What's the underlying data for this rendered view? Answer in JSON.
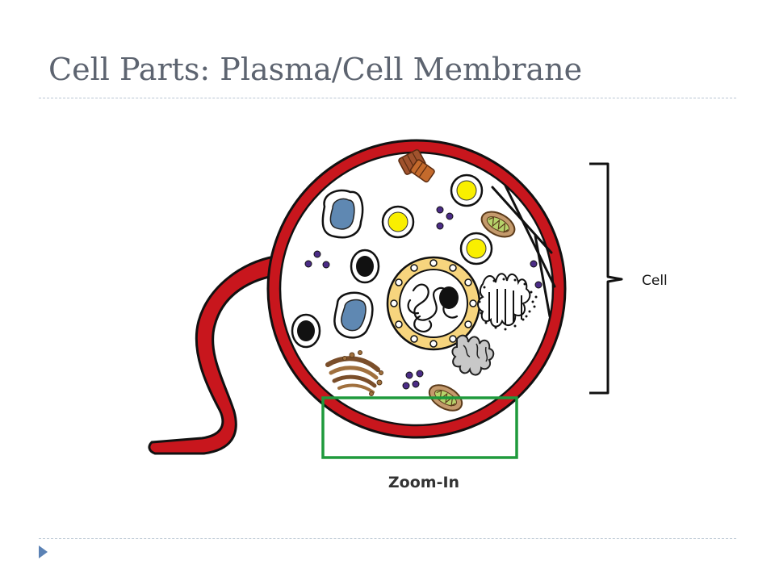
{
  "slide": {
    "title": "Cell Parts: Plasma/Cell Membrane"
  },
  "diagram": {
    "cell_label": "Cell",
    "zoom_label": "Zoom-In",
    "colors": {
      "membrane": "#c8161d",
      "zoom_box": "#1f9a3c",
      "nucleus_envelope": "#f7d57e",
      "vesicle_yellow": "#f9ef00",
      "vacuole_blue": "#5f88b2",
      "ribosome": "#4b2c86"
    }
  },
  "navigation": {
    "next_icon": "triangle-right-icon"
  }
}
